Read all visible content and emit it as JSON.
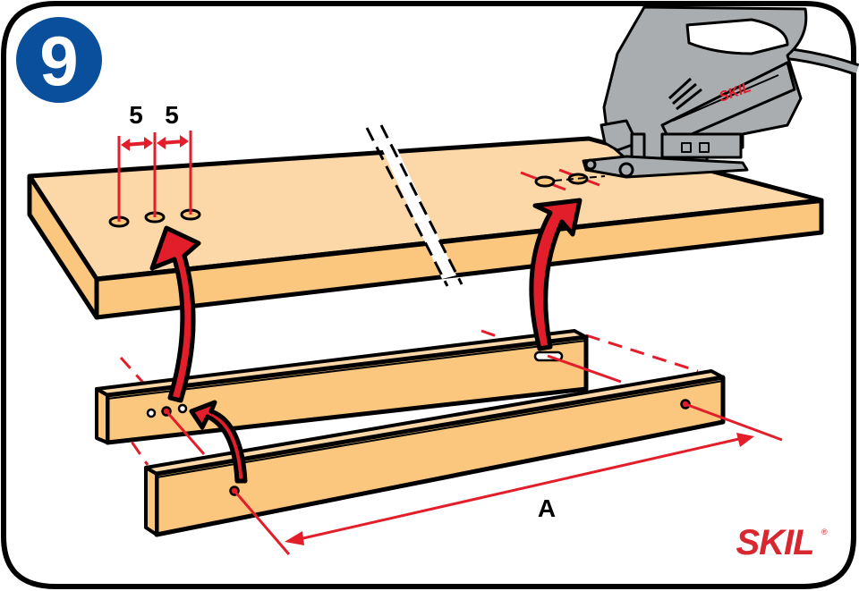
{
  "step": {
    "number": "9",
    "badge_color": "#0a4f9c"
  },
  "dimensions": {
    "hole_spacing_1": "5",
    "hole_spacing_2": "5",
    "length_label": "A"
  },
  "brand": {
    "logo_text": "SKIL",
    "logo_mark": "®",
    "tool_logo_text": "SKIL"
  },
  "colors": {
    "wood_top": "#fcd8a8",
    "wood_side": "#fbc67e",
    "red": "#e31e2b",
    "tool_gray": "#a9adb0",
    "outline": "#000000"
  },
  "icons": [
    "jigsaw-icon",
    "curved-arrow-icon",
    "dimension-arrow-icon"
  ]
}
